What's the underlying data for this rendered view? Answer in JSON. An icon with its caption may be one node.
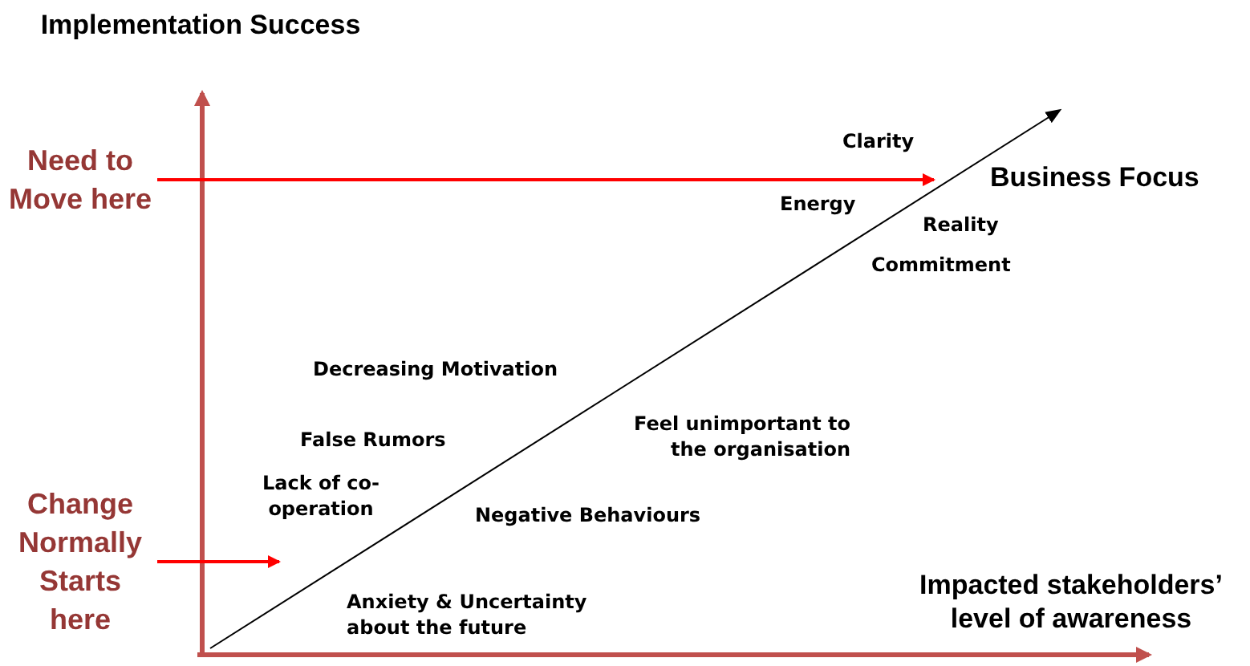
{
  "diagram": {
    "nodes": [
      {
        "text": [
          "Need to Move here"
        ]
      },
      {
        "text": [
          "Change Normally Starts here"
        ]
      }
    ],
    "edges": [
      {
        "from": 0,
        "to": null,
        "arrow": "to"
      },
      {
        "from": 1,
        "to": null,
        "arrow": "to"
      }
    ],
    "labels": [
      "Implementation Success",
      "Clarity",
      "Business Focus",
      "Energy",
      "Reality",
      "Commitment",
      "Decreasing Motivation",
      "False Rumors",
      "Feel unimportant to the organisation",
      "Lack of co-operation",
      "Negative Behaviours",
      "Anxiety & Uncertainty about the future",
      "Impacted stakeholders’ level of awareness"
    ]
  }
}
